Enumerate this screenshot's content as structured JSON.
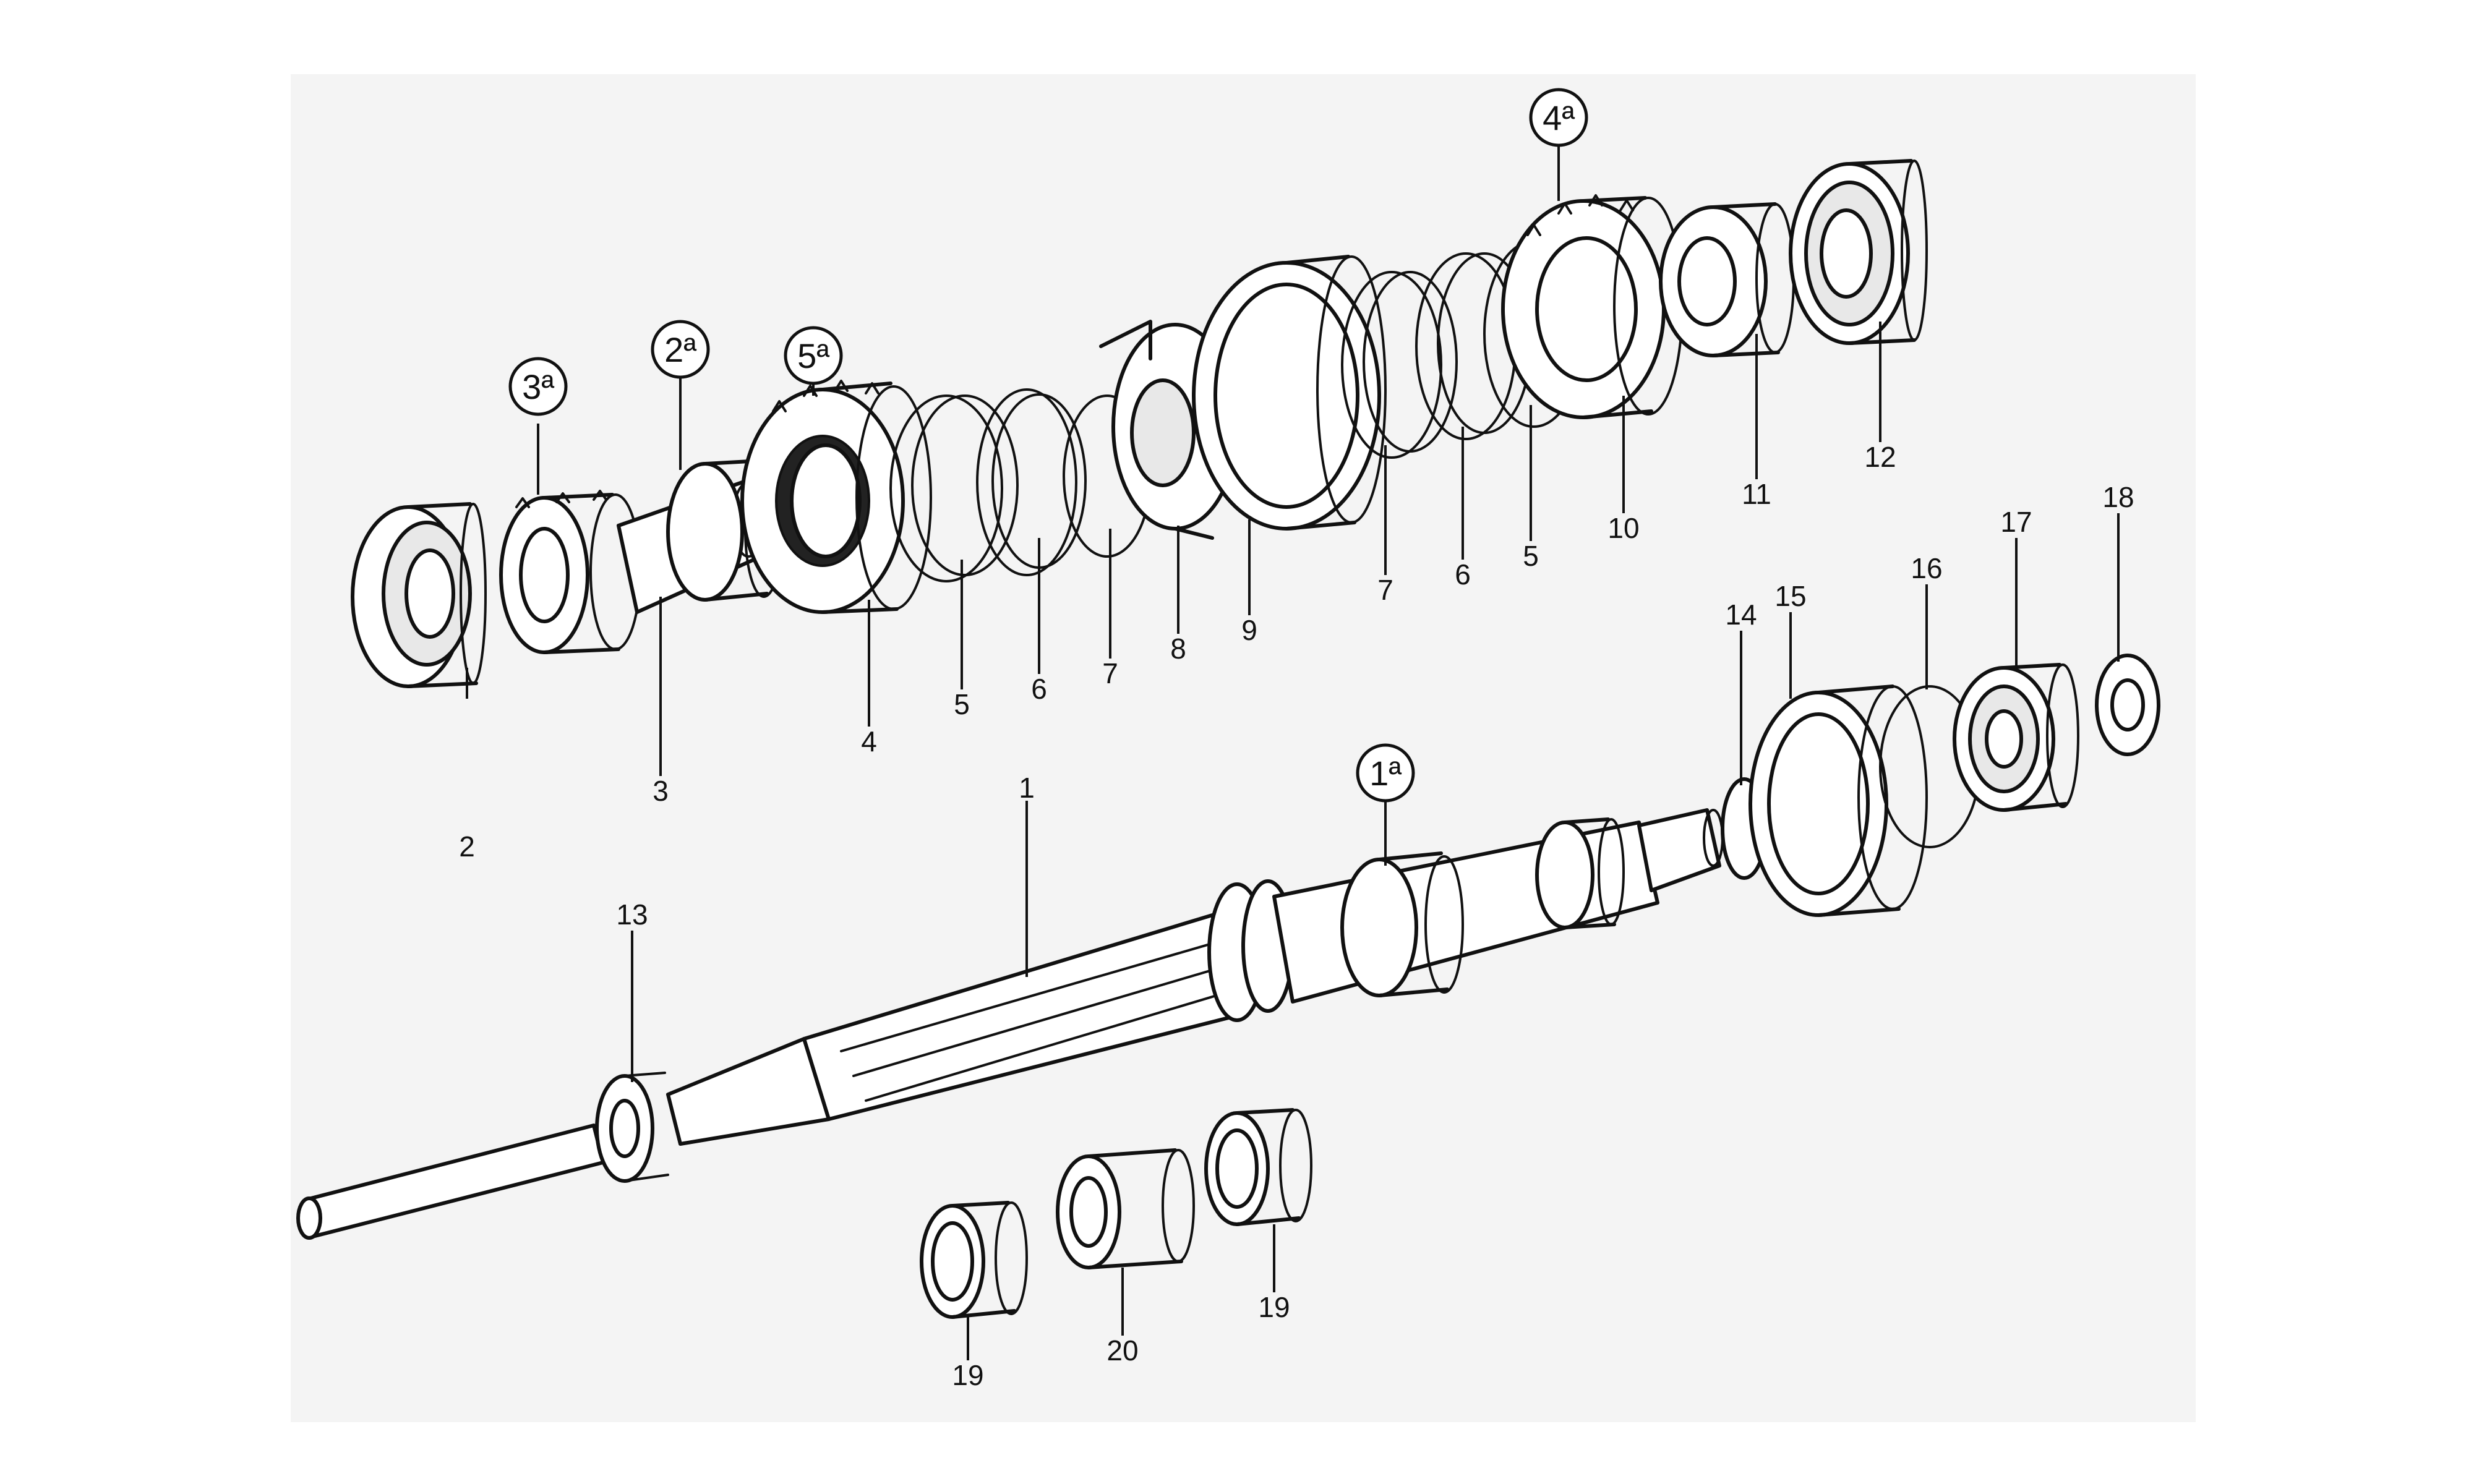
{
  "diagram": {
    "part_numbers": [
      "1",
      "2",
      "3",
      "4",
      "5",
      "6",
      "7",
      "8",
      "9",
      "5",
      "6",
      "7",
      "10",
      "11",
      "12",
      "13",
      "14",
      "15",
      "16",
      "17",
      "18",
      "19",
      "20",
      "19"
    ],
    "gear_labels": [
      "1ª",
      "2ª",
      "3ª",
      "4ª",
      "5ª"
    ]
  },
  "labels": {
    "p1": "1",
    "p2": "2",
    "p3": "3",
    "p4": "4",
    "p5a": "5",
    "p6a": "6",
    "p7a": "7",
    "p8": "8",
    "p9": "9",
    "p7b": "7",
    "p6b": "6",
    "p5b": "5",
    "p10": "10",
    "p11": "11",
    "p12": "12",
    "p13": "13",
    "p14": "14",
    "p15": "15",
    "p16": "16",
    "p17": "17",
    "p18": "18",
    "p19a": "19",
    "p20": "20",
    "p19b": "19",
    "g1": "1ª",
    "g2": "2ª",
    "g3": "3ª",
    "g4": "4ª",
    "g5": "5ª"
  }
}
